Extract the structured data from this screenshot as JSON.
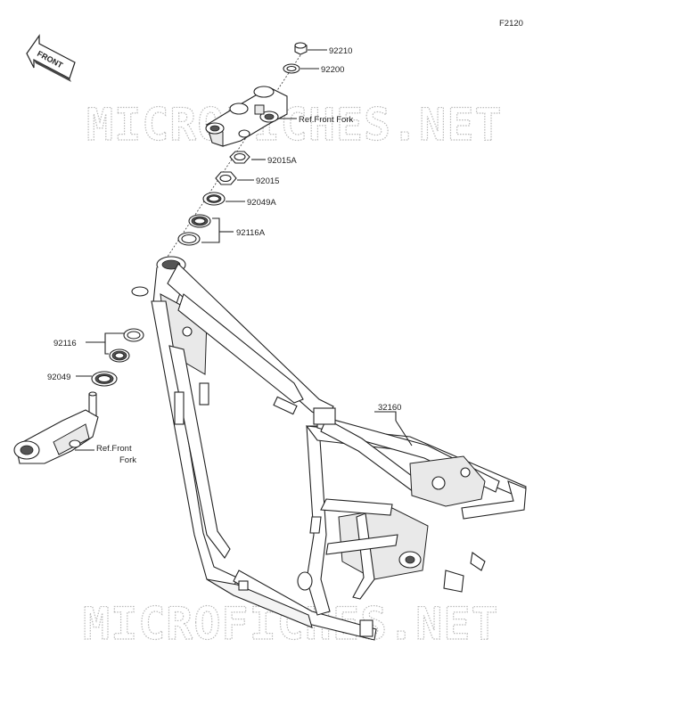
{
  "figure_code": "F2120",
  "front_indicator": "FRONT",
  "watermark": "MICROFICHES.NET",
  "parts": {
    "bolt": "92210",
    "washer": "92200",
    "steering_stem_ref": "Ref.Front Fork",
    "nut_a": "92015A",
    "nut": "92015",
    "seal_a": "92049A",
    "bearing_a": "92116A",
    "bearing": "92116",
    "seal": "92049",
    "lower_ref_line1": "Ref.Front",
    "lower_ref_line2": "Fork",
    "frame": "32160"
  },
  "colors": {
    "line": "#222222",
    "watermark": "#b9b9b9",
    "background": "#ffffff"
  }
}
